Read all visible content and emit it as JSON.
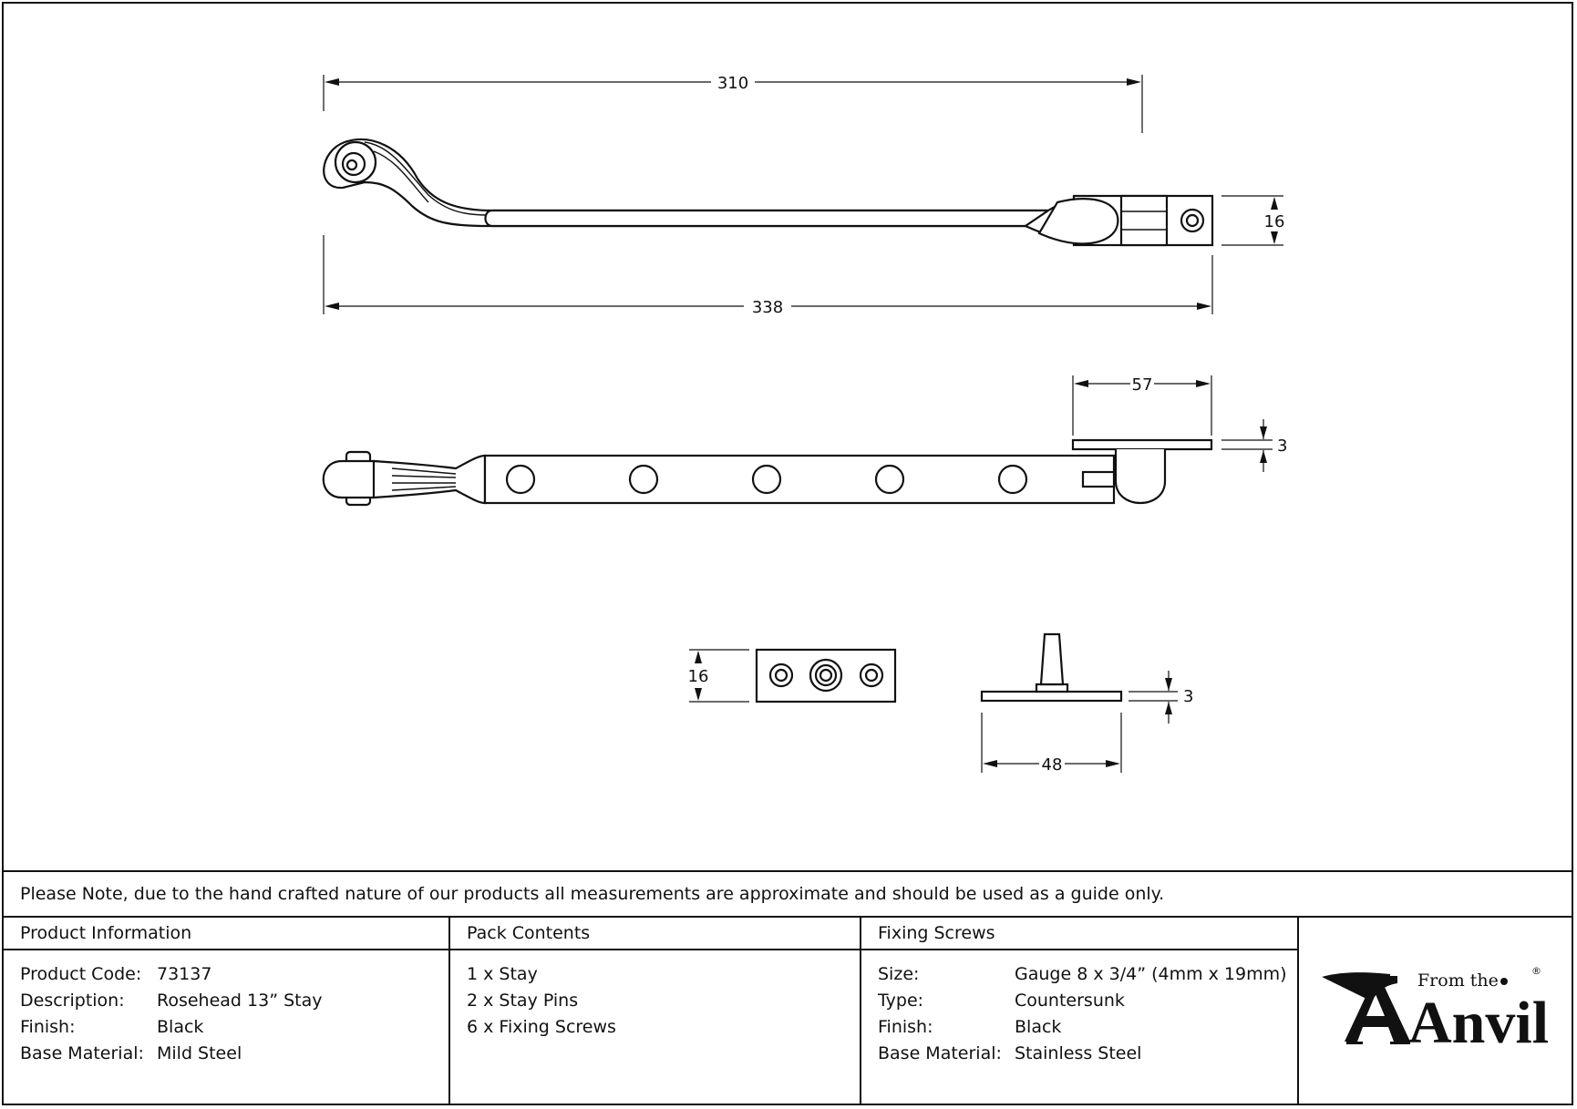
{
  "dimensions": {
    "top_length_310": "310",
    "overall_length_338": "338",
    "keep_height_16": "16",
    "pin_plate_length_57": "57",
    "plate_thickness_3": "3",
    "keep_plate_height_16": "16",
    "pin_plate_thickness_3": "3",
    "pin_plate_width_48": "48"
  },
  "note": "Please Note, due to the hand crafted nature of our products all measurements are approximate and should be used as a guide only.",
  "product_information": {
    "heading": "Product Information",
    "rows": [
      {
        "label": "Product Code:",
        "value": "73137"
      },
      {
        "label": "Description:",
        "value": "Rosehead 13” Stay"
      },
      {
        "label": "Finish:",
        "value": "Black"
      },
      {
        "label": "Base Material:",
        "value": "Mild Steel"
      }
    ]
  },
  "pack_contents": {
    "heading": "Pack Contents",
    "items": [
      "1 x Stay",
      "2 x Stay Pins",
      "6 x Fixing Screws"
    ]
  },
  "fixing_screws": {
    "heading": "Fixing Screws",
    "rows": [
      {
        "label": "Size:",
        "value": "Gauge 8 x 3/4” (4mm x 19mm)"
      },
      {
        "label": "Type:",
        "value": "Countersunk"
      },
      {
        "label": "Finish:",
        "value": "Black"
      },
      {
        "label": "Base Material:",
        "value": "Stainless Steel"
      }
    ]
  },
  "logo": {
    "small_text": "From the",
    "main_text": "Anvil",
    "registered": "®",
    "color": "#111111"
  }
}
